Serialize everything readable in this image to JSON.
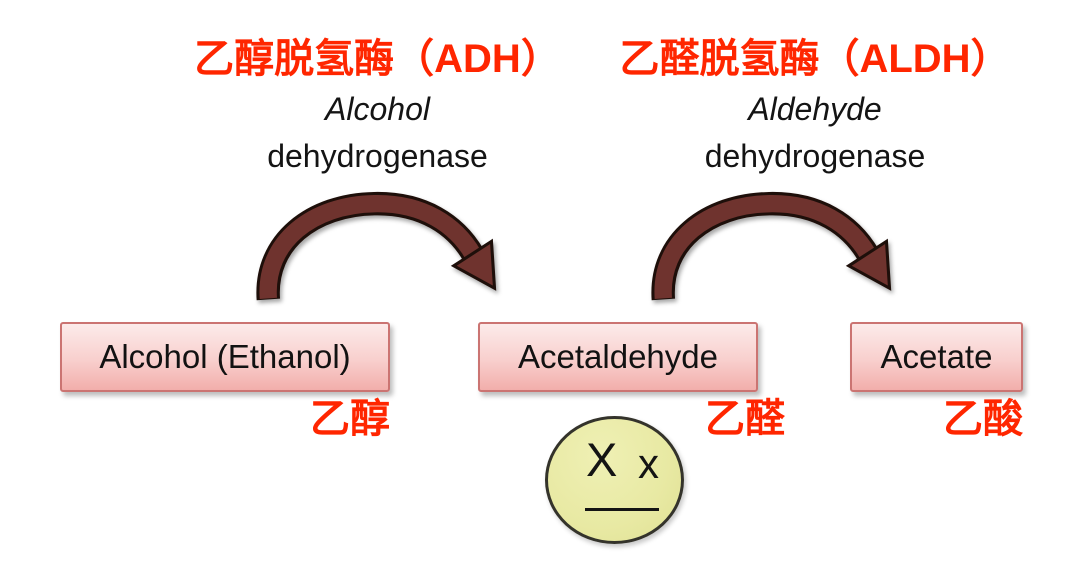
{
  "diagram": {
    "title_semantic": "alcohol-metabolism-pathway",
    "enzymes": [
      {
        "cn": "乙醇脱氢酶（ADH）",
        "en_italic": "Alcohol",
        "en_plain": "dehydrogenase"
      },
      {
        "cn": "乙醛脱氢酶（ALDH）",
        "en_italic": "Aldehyde",
        "en_plain": "dehydrogenase"
      }
    ],
    "compounds": [
      {
        "en": "Alcohol (Ethanol)",
        "cn": "乙醇"
      },
      {
        "en": "Acetaldehyde",
        "cn": "乙醛"
      },
      {
        "en": "Acetate",
        "cn": "乙酸"
      }
    ],
    "face": {
      "left_eye": "X",
      "right_eye": "x"
    },
    "colors": {
      "accent-red": "#ff2600",
      "ink": "#141414",
      "arrow-fill": "#6f332e",
      "arrow-outline": "#1e0f0a",
      "box-border": "#cb7472",
      "box-grad-top": "#fcebea",
      "box-grad-mid": "#f8cfcd",
      "box-grad-bottom": "#f2aeab",
      "face-fill": "#e8e9a3",
      "face-grad-top": "#eff0b4",
      "face-grad-bottom": "#dfe093",
      "face-border": "#34332b"
    }
  }
}
